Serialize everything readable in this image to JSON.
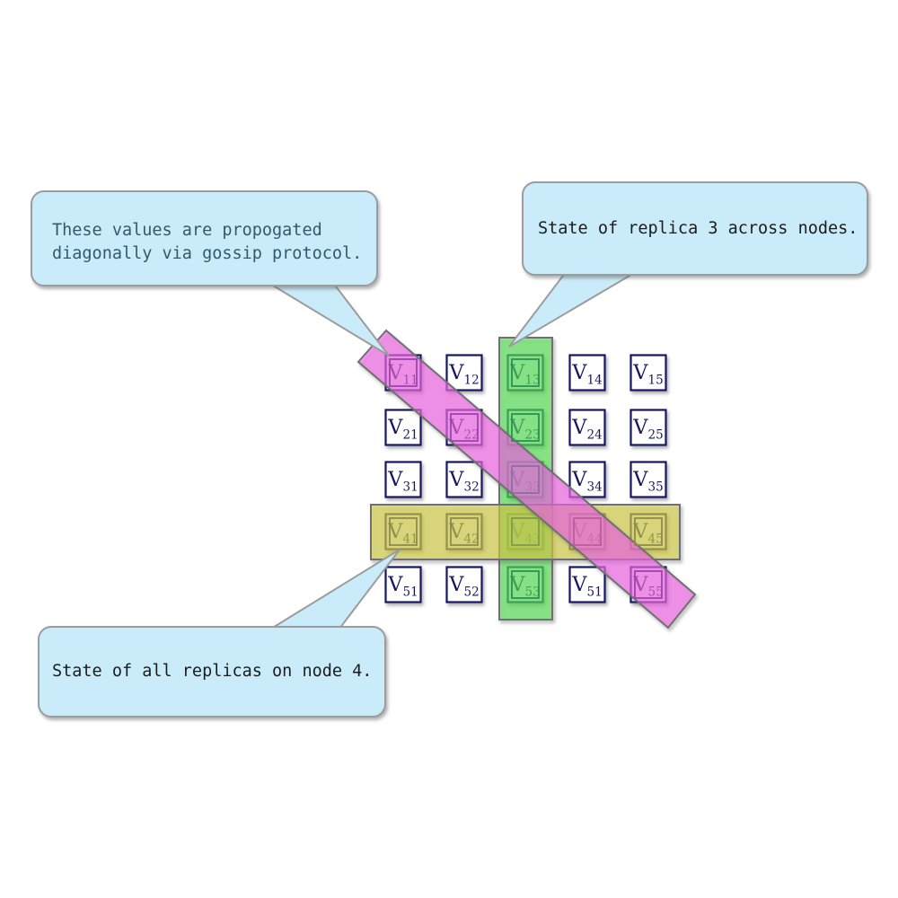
{
  "matrix": {
    "base": "V",
    "rows": [
      [
        "11",
        "12",
        "13",
        "14",
        "15"
      ],
      [
        "21",
        "22",
        "23",
        "24",
        "25"
      ],
      [
        "31",
        "32",
        "33",
        "34",
        "35"
      ],
      [
        "41",
        "42",
        "43",
        "44",
        "45"
      ],
      [
        "51",
        "52",
        "53",
        "51",
        "55"
      ]
    ]
  },
  "highlights": {
    "green_column": 3,
    "yellow_row": 4,
    "pink_diagonal": [
      [
        1,
        1
      ],
      [
        2,
        2
      ],
      [
        3,
        3
      ],
      [
        4,
        4
      ],
      [
        5,
        5
      ]
    ]
  },
  "callouts": [
    {
      "id": "gossip-diagonal",
      "lines": [
        "These values are propogated",
        "diagonally via gossip protocol."
      ],
      "text_color": "#34596B"
    },
    {
      "id": "replica-3",
      "lines": [
        "State of replica 3 across nodes."
      ],
      "text_color": "#1C1C1C"
    },
    {
      "id": "node-4",
      "lines": [
        "State of all replicas on node 4."
      ],
      "text_color": "#1C1C1C"
    }
  ],
  "colors": {
    "cell_border": "#181862",
    "cell_text": "#181862",
    "cell_fill": "#ffffff",
    "band_green": "#50E350",
    "band_yellow": "#D5CF3F",
    "band_pink": "#F364E9",
    "band_border": "#6F6F6F",
    "outline_green": "#2A9152",
    "outline_yellow": "#8C8C4E",
    "outline_pink": "#9B44AC",
    "outline_pink_on_green": "#8A6FA2",
    "outline_pink_on_yellow": "#BC5AA4",
    "outline_yellow_on_green": "#7F9A4E",
    "callout_fill": "#CAECFA",
    "callout_border": "#9C9C9C"
  }
}
